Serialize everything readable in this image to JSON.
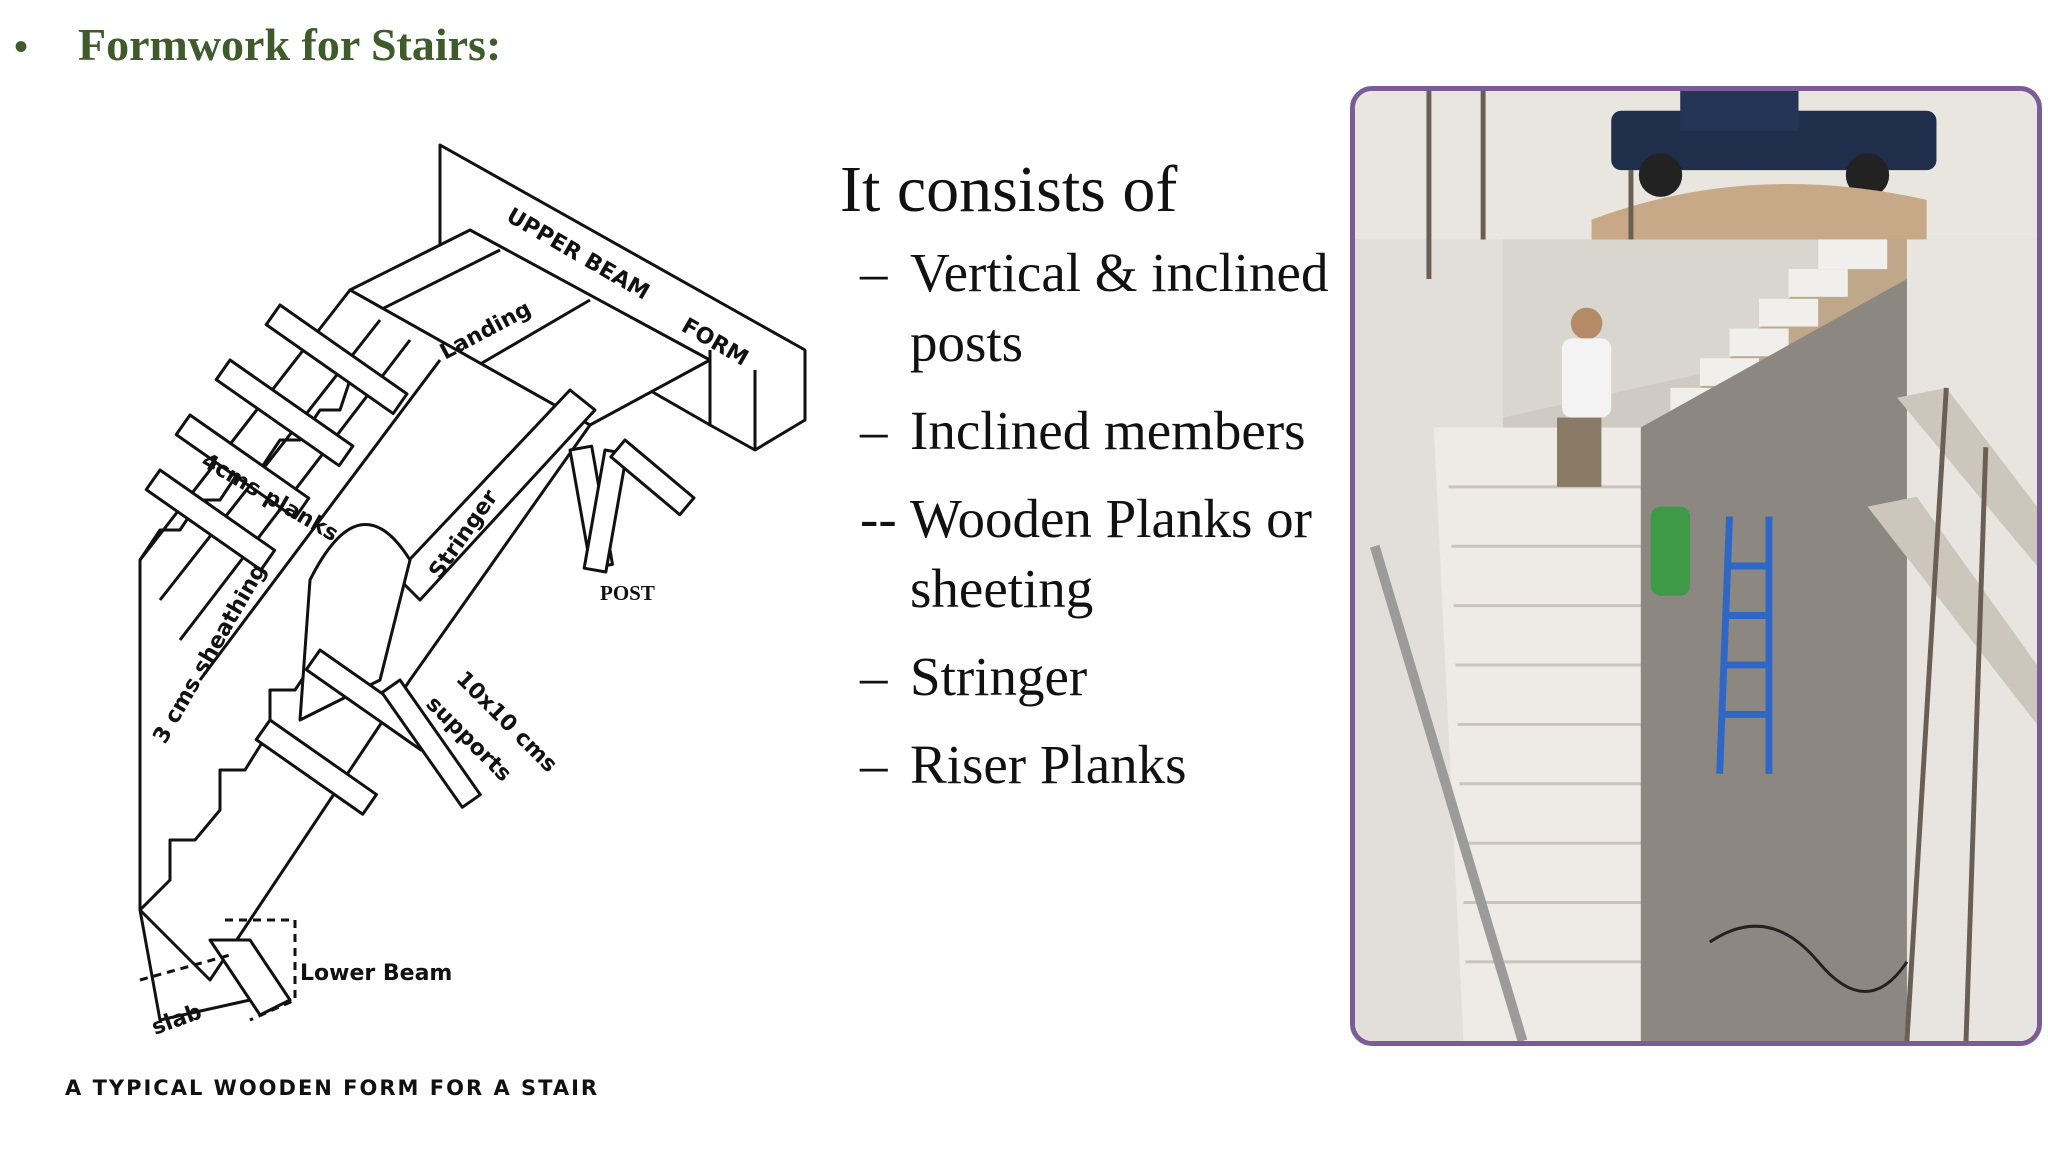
{
  "slide": {
    "heading_bullet": "•",
    "heading": "Formwork for Stairs:"
  },
  "diagram": {
    "labels": {
      "upper_beam": "UPPER BEAM",
      "form": "FORM",
      "landing": "Landing",
      "planks": "4cms planks",
      "stringer": "Stringer",
      "post": "POST",
      "sheathing": "3 cms sheathing",
      "supports_size": "10x10 cms",
      "supports": "supports",
      "lower_beam": "Lower Beam",
      "slab": "slab"
    },
    "caption": "A TYPICAL WOODEN FORM FOR A STAIR"
  },
  "content": {
    "intro": "It consists of",
    "items": [
      {
        "marker": "–",
        "text": "Vertical & inclined posts"
      },
      {
        "marker": "–",
        "text": "Inclined members"
      },
      {
        "marker": "--",
        "text": "Wooden Planks or sheeting"
      },
      {
        "marker": "–",
        "text": "Stringer"
      },
      {
        "marker": "–",
        "text": "Riser Planks"
      }
    ]
  },
  "photo": {
    "frame_color": "#7b5c96",
    "icon": "construction-photo"
  },
  "colors": {
    "heading": "#3f5a2b",
    "text": "#111111"
  }
}
